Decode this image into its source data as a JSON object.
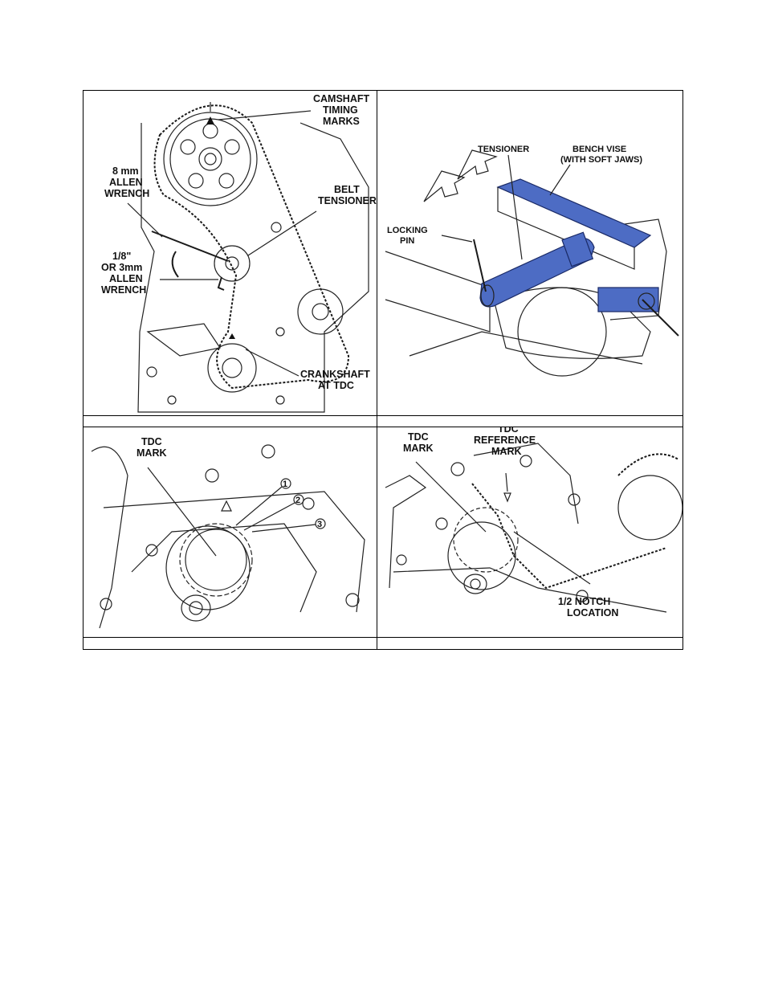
{
  "figures": {
    "fig1": {
      "labels": {
        "camshaft": [
          "CAMSHAFT",
          "TIMING",
          "MARKS"
        ],
        "allen8": [
          "8 mm",
          "ALLEN",
          "WRENCH"
        ],
        "belt": [
          "BELT",
          "TENSIONER"
        ],
        "allen3": [
          "1/8\"",
          "OR 3mm",
          "ALLEN",
          "WRENCH"
        ],
        "crank": [
          "CRANKSHAFT",
          "AT TDC"
        ]
      },
      "caption": ""
    },
    "fig2": {
      "labels": {
        "tensioner": "TENSIONER",
        "vise": [
          "BENCH VISE",
          "(WITH SOFT JAWS)"
        ],
        "pin": [
          "LOCKING",
          "PIN"
        ]
      },
      "caption": ""
    },
    "fig3": {
      "labels": {
        "tdc": [
          "TDC",
          "MARK"
        ],
        "n1": "1",
        "n2": "2",
        "n3": "3"
      },
      "caption": ""
    },
    "fig4": {
      "labels": {
        "tdc": [
          "TDC",
          "MARK"
        ],
        "ref": [
          "TDC",
          "REFERENCE",
          "MARK"
        ],
        "notch": [
          "1/2 NOTCH",
          "LOCATION"
        ]
      },
      "caption": ""
    }
  }
}
